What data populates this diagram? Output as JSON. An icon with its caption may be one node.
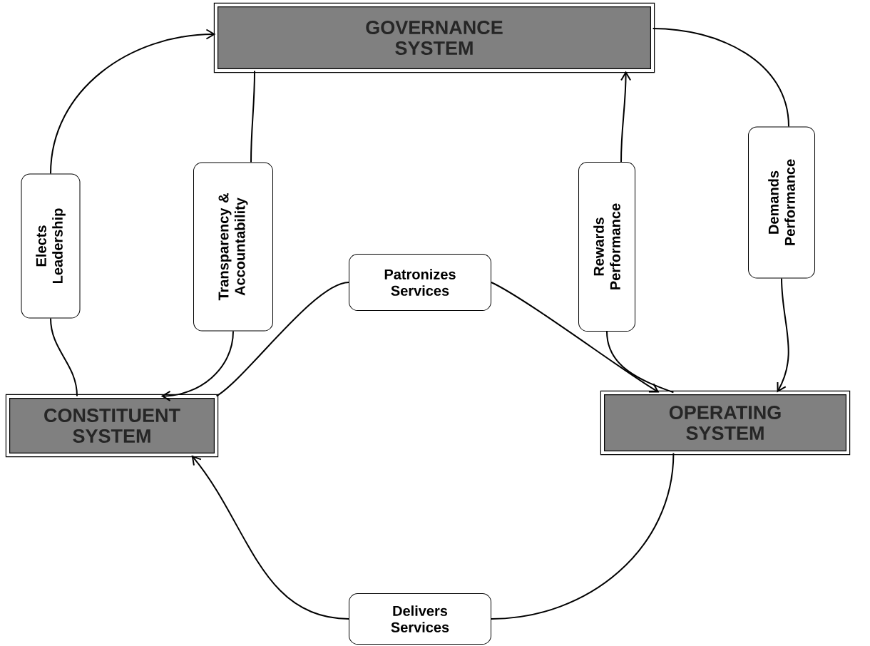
{
  "diagram": {
    "nodes": [
      {
        "text": [
          "GOVERNANCE SYSTEM"
        ]
      },
      {
        "text": [
          "CONSTITUENT SYSTEM"
        ]
      },
      {
        "text": [
          "OPERATING SYSTEM"
        ]
      },
      {
        "text": [
          "Elects Leadership"
        ]
      },
      {
        "text": [
          "Transparency & Accountability"
        ]
      },
      {
        "text": [
          "Rewards Performance"
        ]
      },
      {
        "text": [
          "Demands Performance"
        ]
      },
      {
        "text": [
          "Patronizes Services"
        ]
      },
      {
        "text": [
          "Delivers Services"
        ]
      }
    ],
    "edges": [
      {
        "from": 1,
        "to": 3,
        "arrow": "none"
      },
      {
        "from": 3,
        "to": 0,
        "arrow": "to"
      },
      {
        "from": 0,
        "to": 4,
        "arrow": "none"
      },
      {
        "from": 4,
        "to": 1,
        "arrow": "to"
      },
      {
        "from": 2,
        "to": 5,
        "arrow": "none"
      },
      {
        "from": 5,
        "to": 0,
        "arrow": "to"
      },
      {
        "from": 0,
        "to": 6,
        "arrow": "none"
      },
      {
        "from": 6,
        "to": 2,
        "arrow": "to"
      },
      {
        "from": 1,
        "to": 7,
        "arrow": "none"
      },
      {
        "from": 7,
        "to": 2,
        "arrow": "to"
      },
      {
        "from": 2,
        "to": 8,
        "arrow": "none"
      },
      {
        "from": 8,
        "to": 1,
        "arrow": "to"
      }
    ]
  }
}
